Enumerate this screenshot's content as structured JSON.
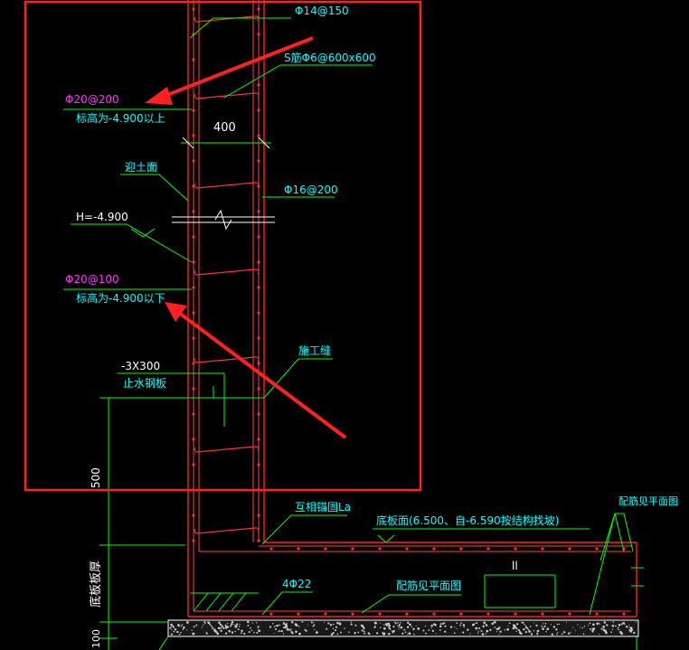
{
  "annotations": {
    "top_bar": "Φ14@150",
    "tie_bar": "S筋Φ6@600x600",
    "left_upper_bar": "Φ20@200",
    "left_upper_note": "标高为-4.900以上",
    "wall_width": "400",
    "soil_face": "迎土面",
    "right_bar": "Φ16@200",
    "elevation": "H=-4.900",
    "left_lower_bar": "Φ20@100",
    "left_lower_note": "标高为-4.900以下",
    "construction_joint": "施工缝",
    "steel_plate_size": "-3X300",
    "steel_plate": "止水钢板",
    "dim_500": "500",
    "anchor": "互相锚固La",
    "slab_face": "底板面(6.500、自-6.590按结构找坡)",
    "reinf_see_plan_right": "配筋见平面图",
    "bars_4": "4Φ22",
    "reinf_see_plan_bottom": "配筋见平面图",
    "dim_ll": "ll",
    "slab_thickness": "底板板厚",
    "dim_100": "100"
  },
  "colors": {
    "wall": "#ff2020",
    "leader": "#00ff00",
    "text": "#00ffff",
    "magenta": "#ff33ff",
    "white": "#ffffff",
    "highlight": "#ff2020",
    "dim": "#3cff3c"
  }
}
